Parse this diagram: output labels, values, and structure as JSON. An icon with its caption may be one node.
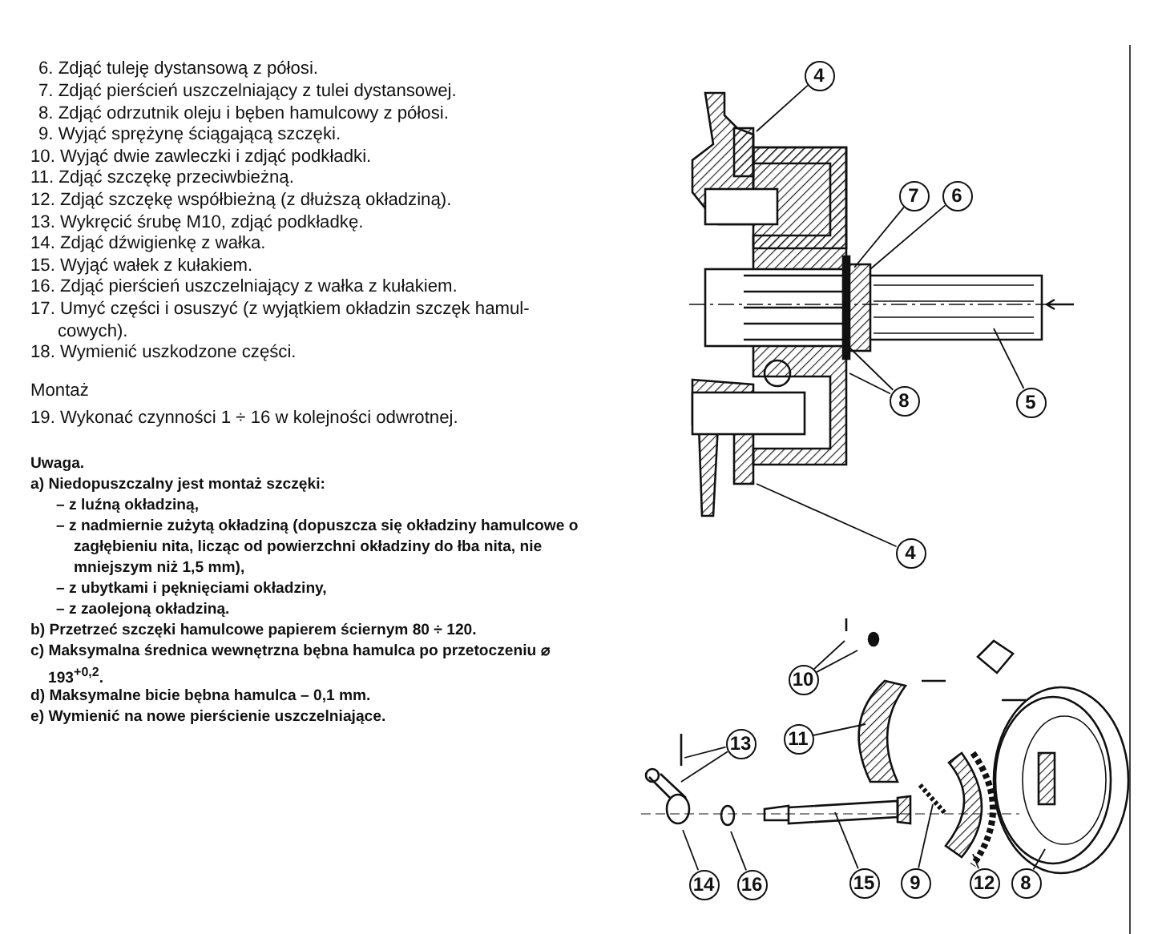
{
  "diagram": {
    "nodes": [
      {
        "text": [
          "4"
        ]
      },
      {
        "text": [
          "7"
        ]
      },
      {
        "text": [
          "6"
        ]
      },
      {
        "text": [
          "8"
        ]
      },
      {
        "text": [
          "5"
        ]
      },
      {
        "text": [
          "4"
        ]
      },
      {
        "text": [
          "10"
        ]
      },
      {
        "text": [
          "11"
        ]
      },
      {
        "text": [
          "13"
        ]
      },
      {
        "text": [
          "14"
        ]
      },
      {
        "text": [
          "16"
        ]
      },
      {
        "text": [
          "15"
        ]
      },
      {
        "text": [
          "9"
        ]
      },
      {
        "text": [
          "12"
        ]
      },
      {
        "text": [
          "8"
        ]
      }
    ],
    "edges": [
      {
        "from": 0,
        "to": null,
        "arrow": "none"
      },
      {
        "from": 1,
        "to": null,
        "arrow": "none"
      },
      {
        "from": 2,
        "to": null,
        "arrow": "none"
      },
      {
        "from": 3,
        "to": null,
        "arrow": "none"
      },
      {
        "from": 3,
        "to": null,
        "arrow": "none"
      },
      {
        "from": 4,
        "to": null,
        "arrow": "none"
      },
      {
        "from": 5,
        "to": null,
        "arrow": "none"
      },
      {
        "from": 6,
        "to": null,
        "arrow": "none"
      },
      {
        "from": 6,
        "to": null,
        "arrow": "none"
      },
      {
        "from": 7,
        "to": null,
        "arrow": "none"
      },
      {
        "from": 8,
        "to": null,
        "arrow": "none"
      },
      {
        "from": 8,
        "to": null,
        "arrow": "none"
      },
      {
        "from": 9,
        "to": null,
        "arrow": "none"
      },
      {
        "from": 10,
        "to": null,
        "arrow": "none"
      },
      {
        "from": 11,
        "to": null,
        "arrow": "none"
      },
      {
        "from": 12,
        "to": null,
        "arrow": "none"
      },
      {
        "from": 13,
        "to": null,
        "arrow": "none"
      },
      {
        "from": 14,
        "to": null,
        "arrow": "none"
      }
    ],
    "labels": [
      "6. Zdjąć tuleję dystansową z półosi.",
      "7. Zdjąć pierścień uszczelniający z tulei dystansowej.",
      "8. Zdjąć odrzutnik oleju i bęben hamulcowy z półosi.",
      "9. Wyjąć sprężynę ściągającą szczęki.",
      "10. Wyjąć dwie zawleczki i zdjąć podkładki.",
      "11. Zdjąć szczękę przeciwbieżną.",
      "12. Zdjąć szczękę współbieżną (z dłuższą okładziną).",
      "13. Wykręcić śrubę M10, zdjąć podkładkę.",
      "14. Zdjąć dźwigienkę z wałka.",
      "15. Wyjąć wałek z kułakiem.",
      "16. Zdjąć pierścień uszczelniający z wałka z kułakiem.",
      "17. Umyć części i osuszyć (z wyjątkiem okładzin szczęk hamul- cowych).",
      "18. Wymienić uszkodzone części.",
      "Montaż",
      "19. Wykonać czynności 1 ÷ 16 w kolejności odwrotnej.",
      "Uwaga.",
      "a) Niedopuszczalny jest montaż szczęki:",
      "– z luźną okładziną,",
      "– z nadmiernie zużytą okładziną (dopuszcza się okładziny hamulcowe o zagłębieniu nita, licząc od powierzchni okładziny do łba nita, nie mniejszym niż 1,5 mm),",
      "– z ubytkami i pęknięciami okładziny,",
      "– z zaolejoną okładziną.",
      "b) Przetrzeć szczęki hamulcowe papierem ściernym 80 ÷ 120.",
      "c) Maksymalna średnica wewnętrzna bębna hamulca po przetoczeniu ⌀ 193$^{+0,2}$.",
      "d) Maksymalne bicie bębna hamulca – 0,1 mm.",
      "e) Wymienić na nowe pierścienie uszczelniające."
    ]
  }
}
